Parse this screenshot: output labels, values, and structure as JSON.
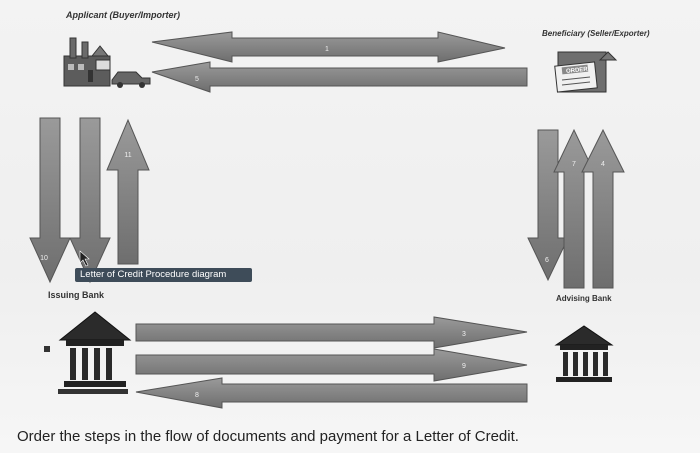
{
  "parties": {
    "applicant": {
      "label": "Applicant (Buyer/Importer)"
    },
    "beneficiary": {
      "label": "Beneficiary (Seller/Exporter)"
    },
    "issuing_bank": {
      "label": "Issuing Bank"
    },
    "advising_bank": {
      "label": "Advising Bank"
    }
  },
  "caption": "Letter of Credit Procedure diagram",
  "question": "Order the steps in the flow of documents and payment for a Letter of Credit.",
  "icons": {
    "applicant": "factory-icon",
    "beneficiary": "order-document-icon",
    "issuing_bank": "bank-building-icon",
    "advising_bank": "bank-building-icon"
  },
  "order_stamp": "ORDER",
  "arrows": [
    {
      "step": "1",
      "from": "applicant",
      "to": "beneficiary"
    },
    {
      "step": "5",
      "from": "beneficiary",
      "to": "applicant"
    },
    {
      "step": "10",
      "from": "applicant",
      "to": "issuing_bank"
    },
    {
      "step": "",
      "from": "applicant",
      "to": "issuing_bank"
    },
    {
      "step": "11",
      "from": "issuing_bank",
      "to": "applicant"
    },
    {
      "step": "6",
      "from": "beneficiary",
      "to": "advising_bank"
    },
    {
      "step": "7",
      "from": "advising_bank",
      "to": "beneficiary"
    },
    {
      "step": "4",
      "from": "advising_bank",
      "to": "beneficiary"
    },
    {
      "step": "3",
      "from": "issuing_bank",
      "to": "advising_bank"
    },
    {
      "step": "9",
      "from": "issuing_bank",
      "to": "advising_bank"
    },
    {
      "step": "8",
      "from": "advising_bank",
      "to": "issuing_bank"
    }
  ]
}
